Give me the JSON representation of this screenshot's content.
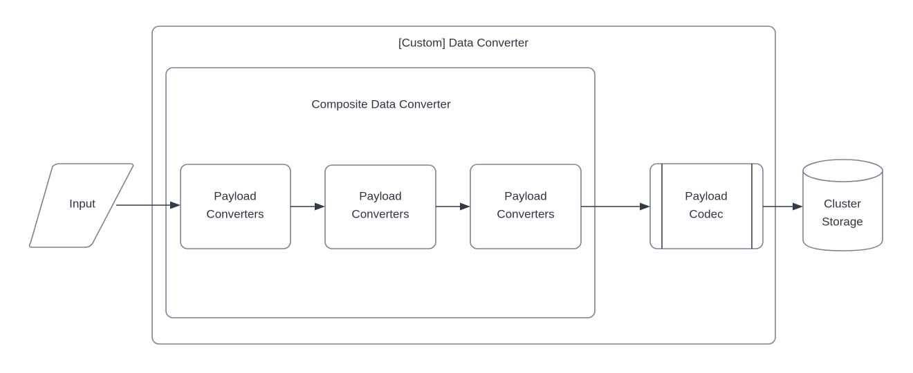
{
  "diagram": {
    "title": "[Custom] Data Converter",
    "background_color": "#ffffff",
    "stroke_color": "#7b8294",
    "text_color": "#2f3542",
    "connector_color": "#343b48",
    "containers": [
      {
        "id": "custom-data-converter",
        "label": "[Custom] Data Converter",
        "shape": "rounded-rectangle"
      },
      {
        "id": "composite-data-converter",
        "label": "Composite Data Converter",
        "shape": "rounded-rectangle"
      }
    ],
    "nodes": [
      {
        "id": "input",
        "label": "Input",
        "shape": "parallelogram"
      },
      {
        "id": "payload-converters-1",
        "label_line1": "Payload",
        "label_line2": "Converters",
        "shape": "rounded-rectangle"
      },
      {
        "id": "payload-converters-2",
        "label_line1": "Payload",
        "label_line2": "Converters",
        "shape": "rounded-rectangle"
      },
      {
        "id": "payload-converters-3",
        "label_line1": "Payload",
        "label_line2": "Converters",
        "shape": "rounded-rectangle"
      },
      {
        "id": "payload-codec",
        "label_line1": "Payload",
        "label_line2": "Codec",
        "shape": "predefined-process"
      },
      {
        "id": "cluster-storage",
        "label_line1": "Cluster",
        "label_line2": "Storage",
        "shape": "cylinder"
      }
    ],
    "connectors": [
      {
        "id": "input-to-pc1",
        "from": "input",
        "to": "payload-converters-1",
        "arrow": "arrow-right"
      },
      {
        "id": "pc1-to-pc2",
        "from": "payload-converters-1",
        "to": "payload-converters-2",
        "arrow": "arrow-right"
      },
      {
        "id": "pc2-to-pc3",
        "from": "payload-converters-2",
        "to": "payload-converters-3",
        "arrow": "arrow-right"
      },
      {
        "id": "pc3-to-codec",
        "from": "payload-converters-3",
        "to": "payload-codec",
        "arrow": "arrow-right"
      },
      {
        "id": "codec-to-storage",
        "from": "payload-codec",
        "to": "cluster-storage",
        "arrow": "arrow-right"
      }
    ]
  }
}
